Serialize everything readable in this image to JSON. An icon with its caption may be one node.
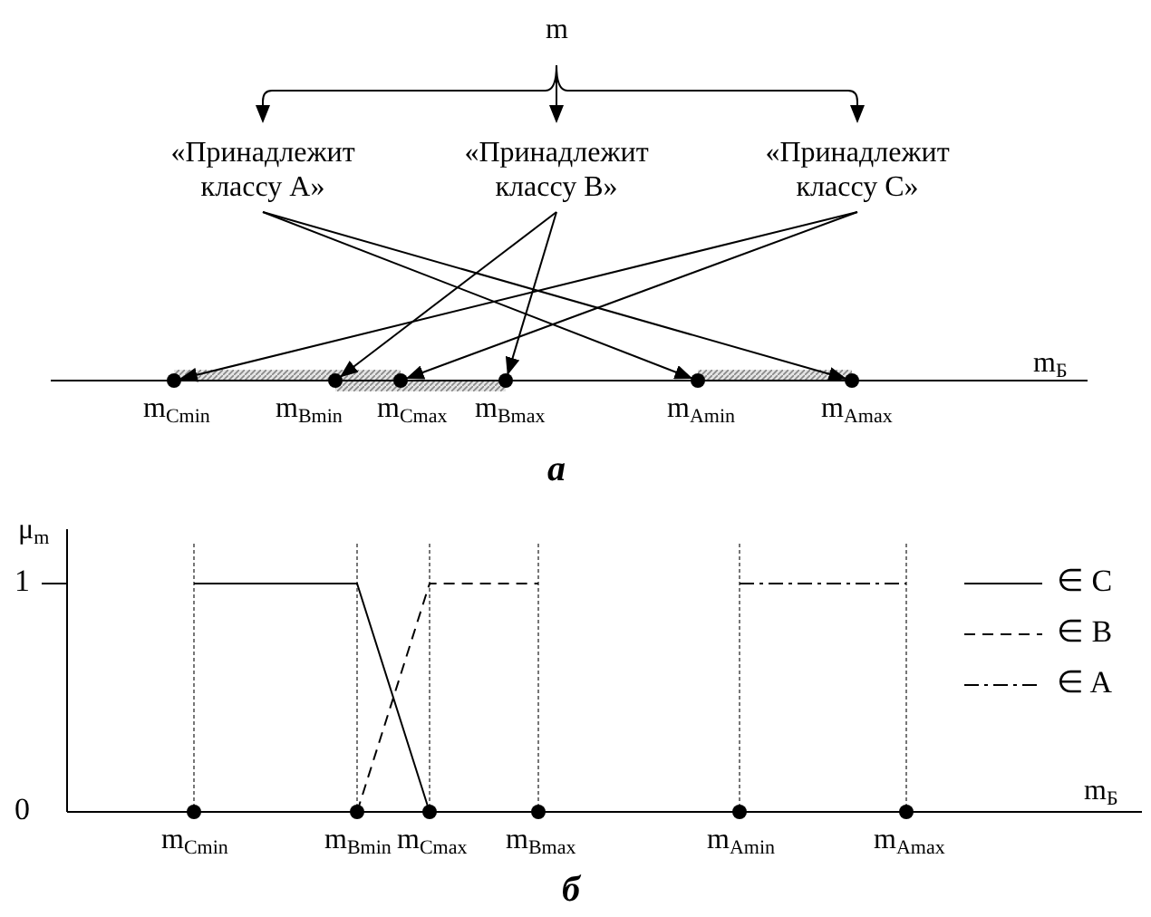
{
  "diagram": {
    "nodes": [
      {
        "text": [
          "m"
        ]
      },
      {
        "text": [
          "«Принадлежит классу A»"
        ]
      },
      {
        "text": [
          "«Принадлежит классу B»"
        ]
      },
      {
        "text": [
          "«Принадлежит классу C»"
        ]
      },
      {
        "text": [
          "m$_{Cmin}$"
        ]
      },
      {
        "text": [
          "m$_{Bmin}$"
        ]
      },
      {
        "text": [
          "m$_{Cmax}$"
        ]
      },
      {
        "text": [
          "m$_{Bmax}$"
        ]
      },
      {
        "text": [
          "m$_{Amin}$"
        ]
      },
      {
        "text": [
          "m$_{Amax}$"
        ]
      }
    ],
    "edges": [
      {
        "from": 0,
        "to": 1,
        "arrow": "to"
      },
      {
        "from": 0,
        "to": 2,
        "arrow": "to"
      },
      {
        "from": 0,
        "to": 3,
        "arrow": "to"
      },
      {
        "from": 1,
        "to": 8,
        "arrow": "to"
      },
      {
        "from": 1,
        "to": 9,
        "arrow": "to"
      },
      {
        "from": 2,
        "to": 5,
        "arrow": "to"
      },
      {
        "from": 2,
        "to": 7,
        "arrow": "to"
      },
      {
        "from": 3,
        "to": 4,
        "arrow": "to"
      },
      {
        "from": 3,
        "to": 6,
        "arrow": "to"
      }
    ],
    "labels": [
      "m$_{Б}$",
      "a",
      "μ$_{m}$",
      "1",
      "0",
      "m$_{Б}$",
      "m$_{Cmin}$",
      "m$_{Bmin}$",
      "m$_{Cmax}$",
      "m$_{Bmax}$",
      "m$_{Amin}$",
      "m$_{Amax}$",
      "б"
    ],
    "legend": [
      {
        "text": "∈ C"
      },
      {
        "text": "∈ B"
      },
      {
        "text": "∈ A"
      }
    ]
  }
}
